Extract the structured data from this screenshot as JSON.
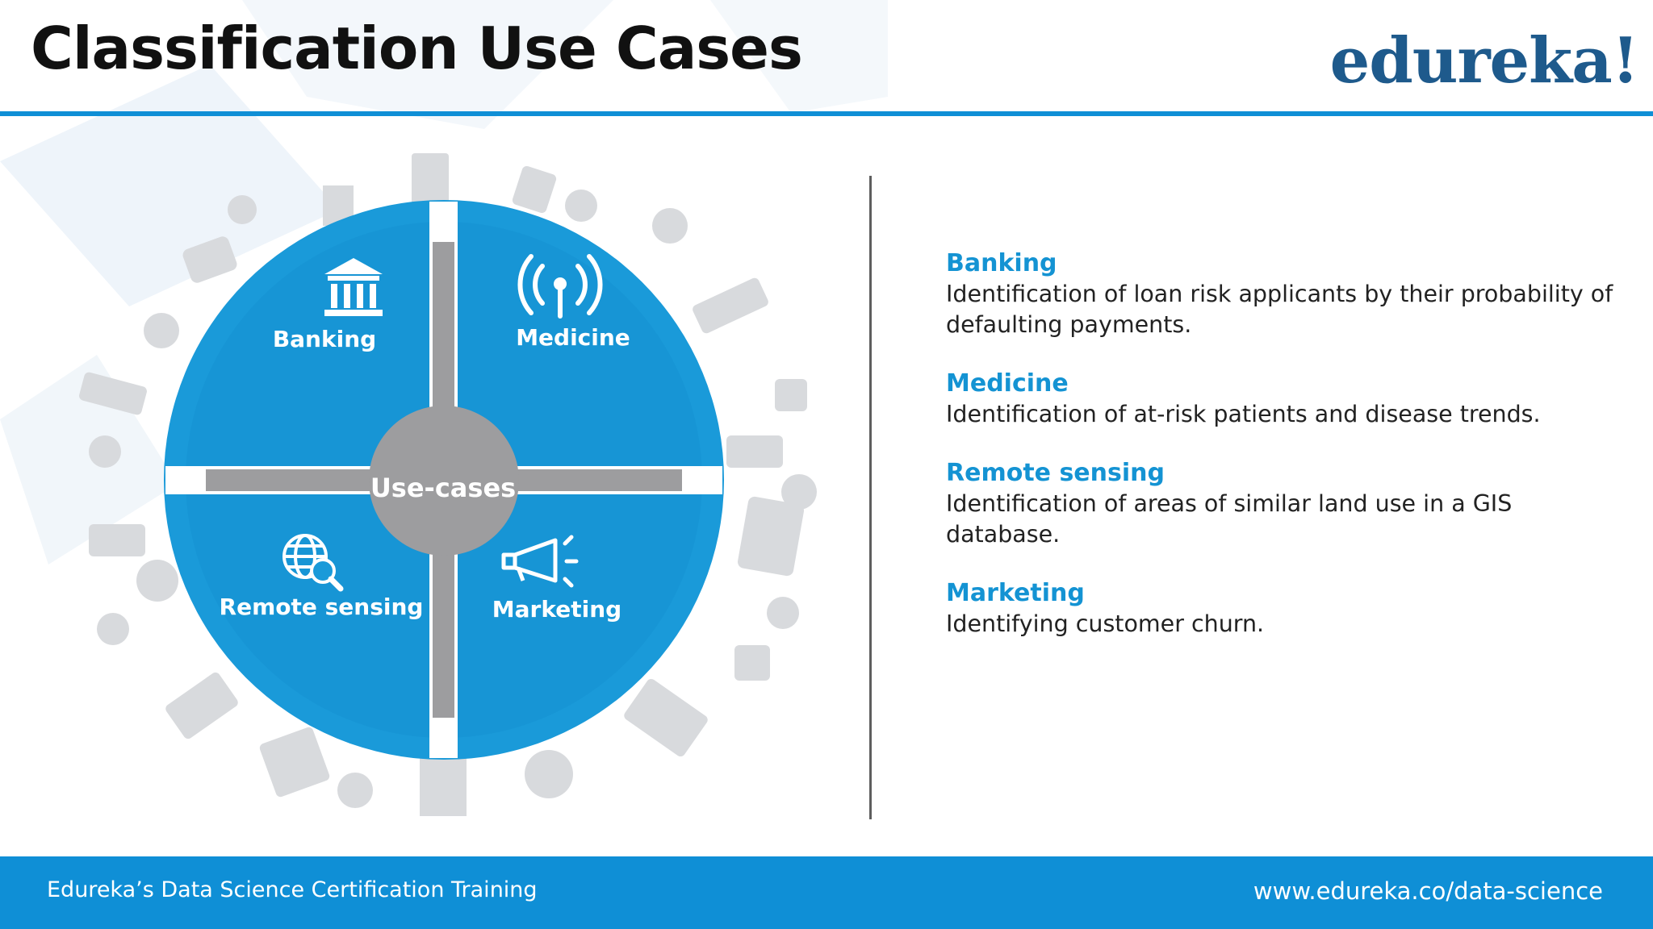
{
  "slide": {
    "title": "Classification Use Cases",
    "logo_text": "edureka!"
  },
  "diagram": {
    "center_label": "Use-cases",
    "quadrants": [
      {
        "label": "Banking",
        "icon": "bank-icon"
      },
      {
        "label": "Medicine",
        "icon": "antenna-icon"
      },
      {
        "label": "Remote sensing",
        "icon": "globe-search-icon"
      },
      {
        "label": "Marketing",
        "icon": "megaphone-icon"
      }
    ]
  },
  "use_cases": [
    {
      "title": "Banking",
      "description": "Identification of loan risk applicants by their probability of defaulting payments."
    },
    {
      "title": "Medicine",
      "description": "Identification of at-risk patients and disease trends."
    },
    {
      "title": "Remote sensing",
      "description": "Identification of areas of similar land use in a GIS database."
    },
    {
      "title": "Marketing",
      "description": "Identifying customer churn."
    }
  ],
  "footer": {
    "left_text": "Edureka’s Data Science Certification Training",
    "right_text": "www.edureka.co/data-science"
  },
  "colors": {
    "accent_blue": "#0f8fd6",
    "quadrant_blue": "#1a9ad9",
    "title_blue": "#1493d3",
    "logo_blue": "#1e5a8c",
    "center_gray": "#9d9d9f"
  }
}
